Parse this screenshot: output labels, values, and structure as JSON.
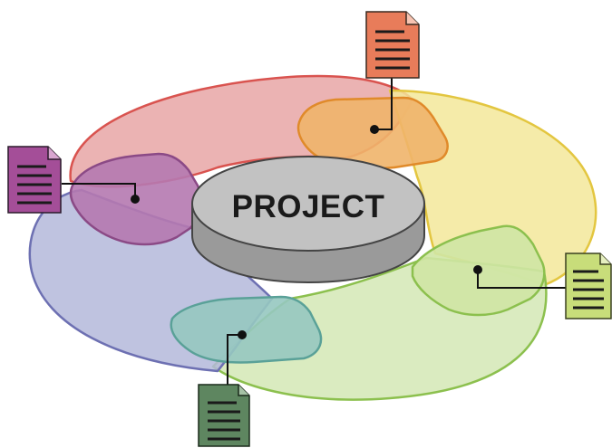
{
  "center": {
    "label": "PROJECT"
  },
  "colors": {
    "red": "#e8a6a6",
    "red_stroke": "#d9534f",
    "yellow": "#f3e89a",
    "yellow_stroke": "#e3c640",
    "green": "#d3e8b5",
    "green_stroke": "#8cc04e",
    "blue": "#b4b8da",
    "blue_stroke": "#6d70b2",
    "orange_overlap": "#efb46a",
    "purple_overlap": "#b579b0",
    "teal_overlap": "#96c8c0",
    "lightgreen_overlap": "#cfe5a4",
    "doc_orange": "#e87c5a",
    "doc_purple": "#a44e98",
    "doc_green": "#c8dd7a",
    "doc_darkgreen": "#5e8660",
    "disc_top": "#c2c2c2",
    "disc_side": "#9a9a9a"
  },
  "documents": [
    {
      "name": "document-orange",
      "icon": "document-icon"
    },
    {
      "name": "document-purple",
      "icon": "document-icon"
    },
    {
      "name": "document-lightgreen",
      "icon": "document-icon"
    },
    {
      "name": "document-darkgreen",
      "icon": "document-icon"
    }
  ]
}
